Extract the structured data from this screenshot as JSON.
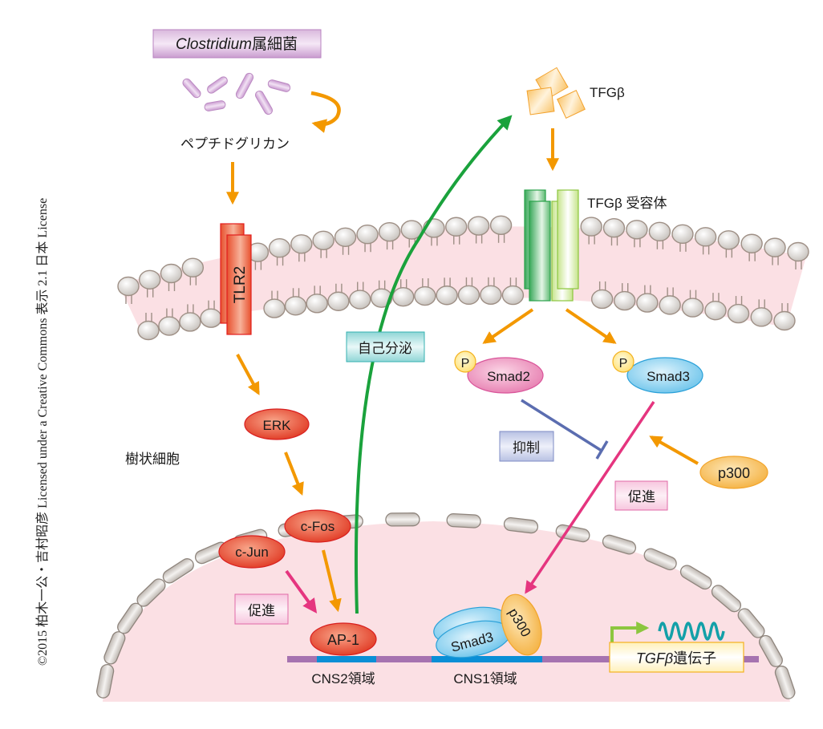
{
  "credit": "©2015 柏木一公・吉村昭彦 Licensed under a Creative Commons 表示 2.1 日本 License",
  "bacteria": {
    "label_italic": "Clostridium",
    "label_suffix": "属細菌",
    "product": "ペプチドグリカン"
  },
  "tlr2": {
    "label": "TLR2"
  },
  "tgfb": {
    "ligand_label": "TFGβ",
    "receptor_label": "TFGβ 受容体"
  },
  "cell_label": "樹状細胞",
  "autocrine_label": "自己分泌",
  "inhibit_label": "抑制",
  "promote_label_right": "促進",
  "promote_label_left": "促進",
  "proteins": {
    "erk": "ERK",
    "cfos": "c-Fos",
    "cjun": "c-Jun",
    "ap1": "AP-1",
    "smad2": "Smad2",
    "smad3": "Smad3",
    "p300": "p300",
    "p_mark": "P",
    "smad3_bound": "Smad3",
    "p300_bound": "p300"
  },
  "dna": {
    "cns2": "CNS2領域",
    "cns1": "CNS1領域",
    "gene_italic": "TGFβ",
    "gene_suffix": "遺伝子"
  },
  "colors": {
    "arrow_orange": "#f39800",
    "arrow_green": "#1aa23c",
    "arrow_pink": "#e5357f",
    "inhibit_blue": "#5b6db0",
    "membrane_pink": "#fbe0e4",
    "dna_purple": "#a673b0",
    "dna_blue": "#0a8fd6",
    "mrna_teal": "#13a0a8",
    "promoter_green": "#8cc63f"
  }
}
